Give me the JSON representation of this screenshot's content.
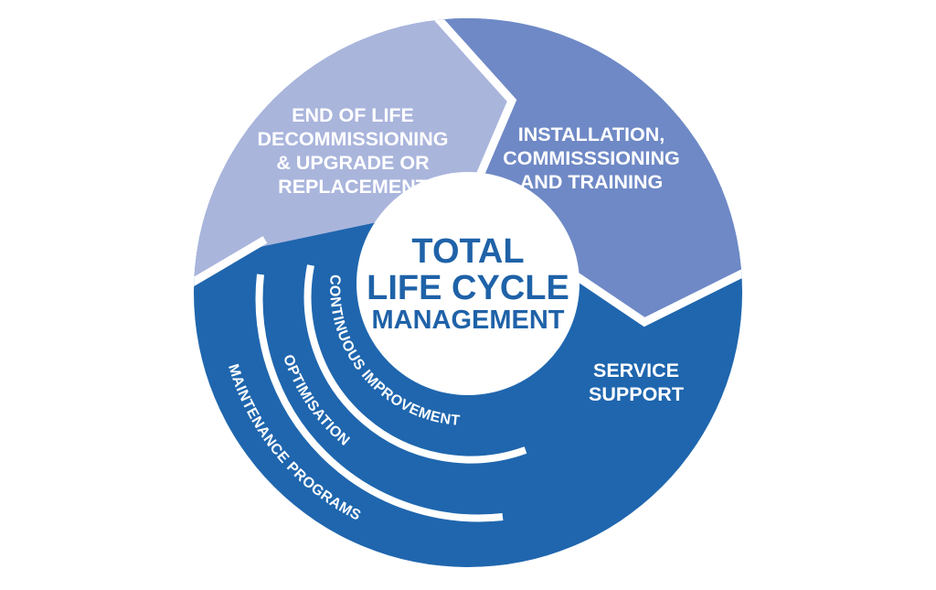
{
  "colors": {
    "light_segment": "#aab5dc",
    "mid_segment": "#6f89c6",
    "dark_segment": "#1f66ae",
    "center_text": "#1f62a8",
    "separator": "#ffffff"
  },
  "center": {
    "line1": "TOTAL",
    "line2": "LIFE CYCLE",
    "line3": "MANAGEMENT"
  },
  "segments": {
    "end_of_life": {
      "lines": [
        "END OF LIFE",
        "DECOMMISSIONING",
        "& UPGRADE OR",
        "REPLACEMENT"
      ]
    },
    "installation": {
      "lines": [
        "INSTALLATION,",
        "COMMISSSIONING",
        "AND TRAINING"
      ]
    },
    "service_support": {
      "lines": [
        "SERVICE",
        "SUPPORT"
      ]
    }
  },
  "arcs": {
    "continuous_improvement": "CONTINUOUS IMPROVEMENT",
    "optimisation": "OPTIMISATION",
    "maintenance_programs": "MAINTENANCE PROGRAMS"
  }
}
